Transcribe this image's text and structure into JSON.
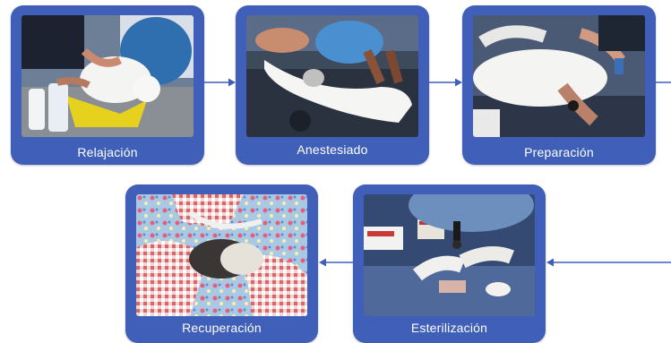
{
  "colors": {
    "card": "#3f5fb8",
    "arrow": "#3f5fb8",
    "card_text": "#ffffff"
  },
  "steps": [
    {
      "label": "Relajación",
      "image": "cat-being-held-photo"
    },
    {
      "label": "Anestesiado",
      "image": "anesthetized-cat-photo"
    },
    {
      "label": "Preparación",
      "image": "cat-shaving-photo"
    },
    {
      "label": "Esterilización",
      "image": "surgery-photo"
    },
    {
      "label": "Recuperación",
      "image": "cat-recovering-in-blanket-photo"
    }
  ]
}
